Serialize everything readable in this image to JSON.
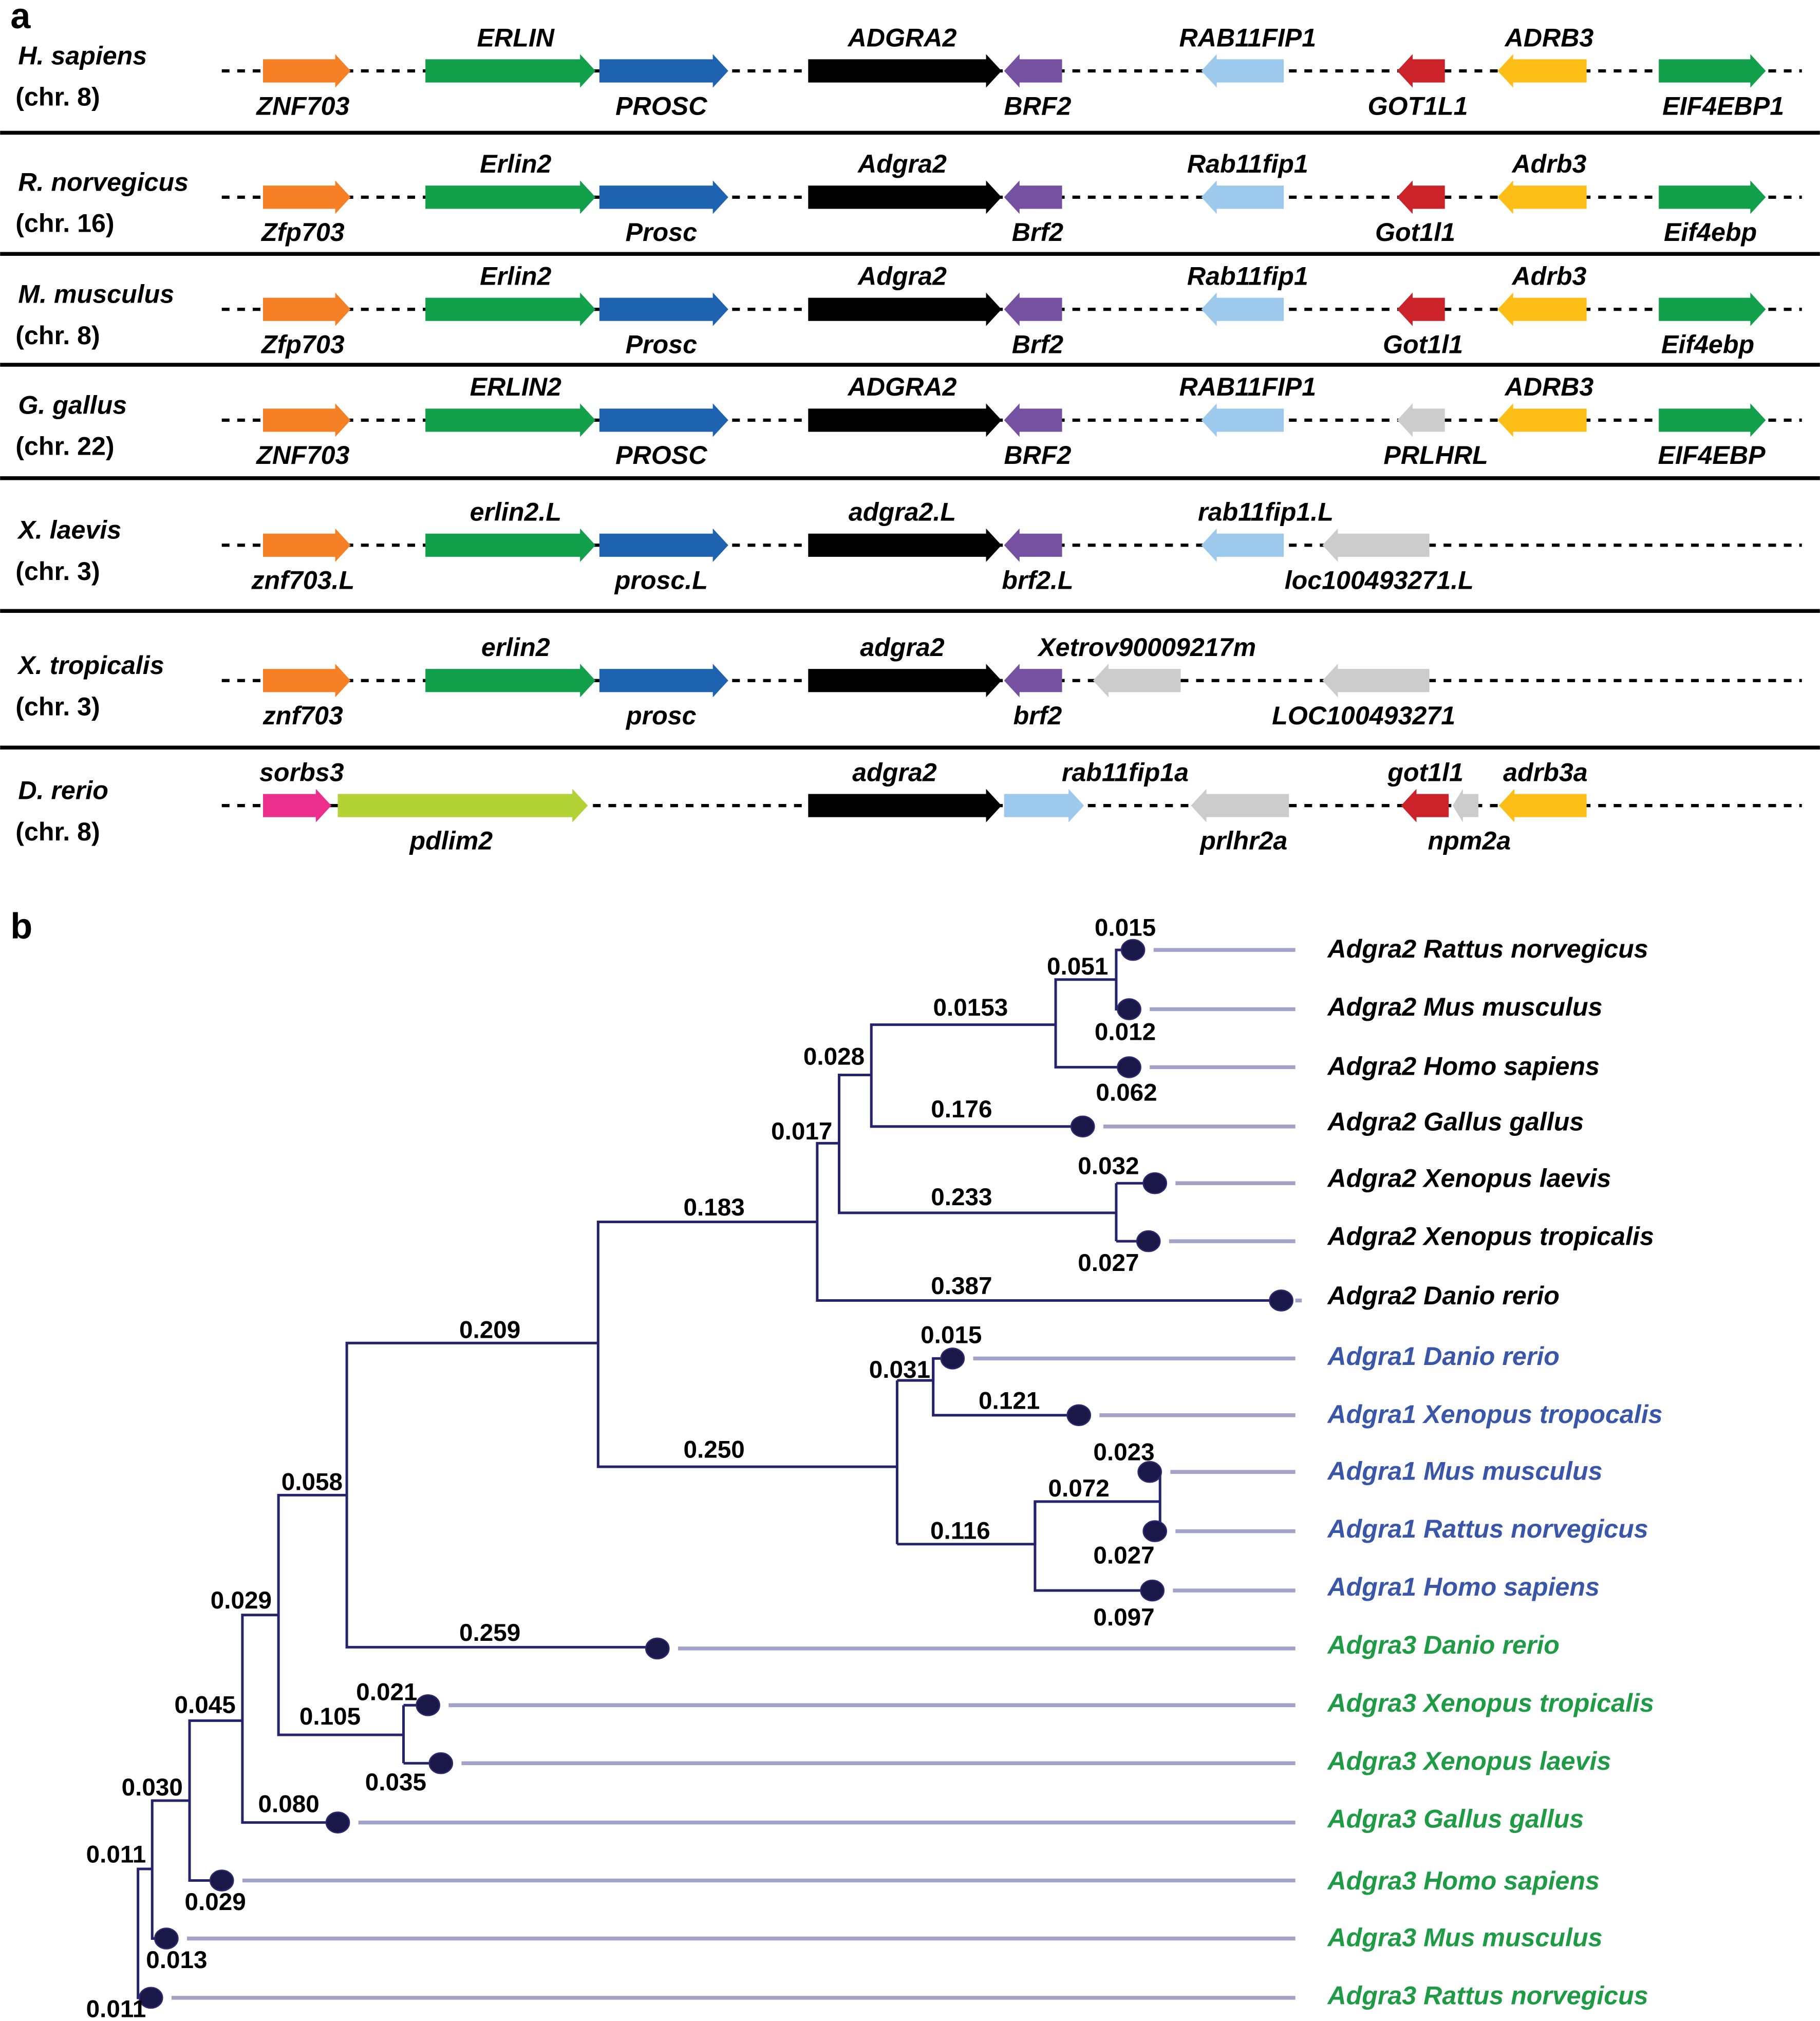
{
  "panel_a": {
    "label": "a",
    "rows": [
      {
        "species": "H. sapiens",
        "chr": "(chr. 8)",
        "genes": [
          {
            "name": "ZNF703",
            "color": "#f58025",
            "dir": "right"
          },
          {
            "name": "ERLIN",
            "color": "#12a04a",
            "dir": "right"
          },
          {
            "name": "PROSC",
            "color": "#1d63b0",
            "dir": "right"
          },
          {
            "name": "ADGRA2",
            "color": "#000000",
            "dir": "right"
          },
          {
            "name": "BRF2",
            "color": "#7751a1",
            "dir": "left"
          },
          {
            "name": "RAB11FIP1",
            "color": "#9dc9ec",
            "dir": "left"
          },
          {
            "name": "GOT1L1",
            "color": "#cc2229",
            "dir": "left"
          },
          {
            "name": "ADRB3",
            "color": "#fdbf17",
            "dir": "left"
          },
          {
            "name": "EIF4EBP1",
            "color": "#12a04a",
            "dir": "right"
          }
        ]
      },
      {
        "species": "R. norvegicus",
        "chr": "(chr. 16)",
        "genes": [
          {
            "name": "Zfp703",
            "color": "#f58025",
            "dir": "right"
          },
          {
            "name": "Erlin2",
            "color": "#12a04a",
            "dir": "right"
          },
          {
            "name": "Prosc",
            "color": "#1d63b0",
            "dir": "right"
          },
          {
            "name": "Adgra2",
            "color": "#000000",
            "dir": "right"
          },
          {
            "name": "Brf2",
            "color": "#7751a1",
            "dir": "left"
          },
          {
            "name": "Rab11fip1",
            "color": "#9dc9ec",
            "dir": "left"
          },
          {
            "name": "Got1l1",
            "color": "#cc2229",
            "dir": "left"
          },
          {
            "name": "Adrb3",
            "color": "#fdbf17",
            "dir": "left"
          },
          {
            "name": "Eif4ebp",
            "color": "#12a04a",
            "dir": "right"
          }
        ]
      },
      {
        "species": "M. musculus",
        "chr": "(chr. 8)",
        "genes": [
          {
            "name": "Zfp703",
            "color": "#f58025",
            "dir": "right"
          },
          {
            "name": "Erlin2",
            "color": "#12a04a",
            "dir": "right"
          },
          {
            "name": "Prosc",
            "color": "#1d63b0",
            "dir": "right"
          },
          {
            "name": "Adgra2",
            "color": "#000000",
            "dir": "right"
          },
          {
            "name": "Brf2",
            "color": "#7751a1",
            "dir": "left"
          },
          {
            "name": "Rab11fip1",
            "color": "#9dc9ec",
            "dir": "left"
          },
          {
            "name": "Got1l1",
            "color": "#cc2229",
            "dir": "left"
          },
          {
            "name": "Adrb3",
            "color": "#fdbf17",
            "dir": "left"
          },
          {
            "name": "Eif4ebp",
            "color": "#12a04a",
            "dir": "right"
          }
        ]
      },
      {
        "species": "G. gallus",
        "chr": "(chr. 22)",
        "genes": [
          {
            "name": "ZNF703",
            "color": "#f58025",
            "dir": "right"
          },
          {
            "name": "ERLIN2",
            "color": "#12a04a",
            "dir": "right"
          },
          {
            "name": "PROSC",
            "color": "#1d63b0",
            "dir": "right"
          },
          {
            "name": "ADGRA2",
            "color": "#000000",
            "dir": "right"
          },
          {
            "name": "BRF2",
            "color": "#7751a1",
            "dir": "left"
          },
          {
            "name": "RAB11FIP1",
            "color": "#9dc9ec",
            "dir": "left"
          },
          {
            "name": "PRLHRL",
            "color": "#cccccc",
            "dir": "left"
          },
          {
            "name": "ADRB3",
            "color": "#fdbf17",
            "dir": "left"
          },
          {
            "name": "EIF4EBP",
            "color": "#12a04a",
            "dir": "right"
          }
        ]
      },
      {
        "species": "X. laevis",
        "chr": "(chr. 3)",
        "genes": [
          {
            "name": "znf703.L",
            "color": "#f58025",
            "dir": "right"
          },
          {
            "name": "erlin2.L",
            "color": "#12a04a",
            "dir": "right"
          },
          {
            "name": "prosc.L",
            "color": "#1d63b0",
            "dir": "right"
          },
          {
            "name": "adgra2.L",
            "color": "#000000",
            "dir": "right"
          },
          {
            "name": "brf2.L",
            "color": "#7751a1",
            "dir": "left"
          },
          {
            "name": "rab11fip1.L",
            "color": "#9dc9ec",
            "dir": "left"
          },
          {
            "name": "loc100493271.L",
            "color": "#cccccc",
            "dir": "left"
          }
        ]
      },
      {
        "species": "X. tropicalis",
        "chr": "(chr. 3)",
        "genes": [
          {
            "name": "znf703",
            "color": "#f58025",
            "dir": "right"
          },
          {
            "name": "erlin2",
            "color": "#12a04a",
            "dir": "right"
          },
          {
            "name": "prosc",
            "color": "#1d63b0",
            "dir": "right"
          },
          {
            "name": "adgra2",
            "color": "#000000",
            "dir": "right"
          },
          {
            "name": "brf2",
            "color": "#7751a1",
            "dir": "left"
          },
          {
            "name": "Xetrov90009217m",
            "color": "#cccccc",
            "dir": "left"
          },
          {
            "name": "LOC100493271",
            "color": "#cccccc",
            "dir": "left"
          }
        ]
      },
      {
        "species": "D. rerio",
        "chr": "(chr. 8)",
        "genes": [
          {
            "name": "sorbs3",
            "color": "#ec2f8c",
            "dir": "right"
          },
          {
            "name": "pdlim2",
            "color": "#b2d235",
            "dir": "right"
          },
          {
            "name": "adgra2",
            "color": "#000000",
            "dir": "right"
          },
          {
            "name": "rab11fip1a",
            "color": "#9dc9ec",
            "dir": "right"
          },
          {
            "name": "prlhr2a",
            "color": "#cccccc",
            "dir": "left"
          },
          {
            "name": "got1l1",
            "color": "#cc2229",
            "dir": "left"
          },
          {
            "name": "npm2a",
            "color": "#cccccc",
            "dir": "left"
          },
          {
            "name": "adrb3a",
            "color": "#fdbf17",
            "dir": "left"
          }
        ]
      }
    ]
  },
  "panel_b": {
    "label": "b",
    "group_colors": {
      "adgra2": "#000000",
      "adgra1": "#3a56a8",
      "adgra3": "#1f9a45"
    },
    "branch_color": "#25236b",
    "tip_line_color": "#a3a2c8",
    "leaves": [
      {
        "name": "Adgra2 Rattus norvegicus",
        "group": "adgra2"
      },
      {
        "name": "Adgra2 Mus musculus",
        "group": "adgra2"
      },
      {
        "name": "Adgra2 Homo sapiens",
        "group": "adgra2"
      },
      {
        "name": "Adgra2 Gallus gallus",
        "group": "adgra2"
      },
      {
        "name": "Adgra2 Xenopus laevis",
        "group": "adgra2"
      },
      {
        "name": "Adgra2 Xenopus tropicalis",
        "group": "adgra2"
      },
      {
        "name": "Adgra2 Danio rerio",
        "group": "adgra2"
      },
      {
        "name": "Adgra1 Danio rerio",
        "group": "adgra1"
      },
      {
        "name": "Adgra1 Xenopus tropocalis",
        "group": "adgra1"
      },
      {
        "name": "Adgra1 Mus musculus",
        "group": "adgra1"
      },
      {
        "name": "Adgra1 Rattus norvegicus",
        "group": "adgra1"
      },
      {
        "name": "Adgra1 Homo sapiens",
        "group": "adgra1"
      },
      {
        "name": "Adgra3 Danio rerio",
        "group": "adgra3"
      },
      {
        "name": "Adgra3 Xenopus tropicalis",
        "group": "adgra3"
      },
      {
        "name": "Adgra3 Xenopus laevis",
        "group": "adgra3"
      },
      {
        "name": "Adgra3 Gallus gallus",
        "group": "adgra3"
      },
      {
        "name": "Adgra3 Homo sapiens",
        "group": "adgra3"
      },
      {
        "name": "Adgra3 Mus musculus",
        "group": "adgra3"
      },
      {
        "name": "Adgra3 Rattus norvegicus",
        "group": "adgra3"
      }
    ],
    "branch_lengths": [
      "0.015",
      "0.051",
      "0.012",
      "0.0153",
      "0.062",
      "0.028",
      "0.176",
      "0.017",
      "0.032",
      "0.233",
      "0.027",
      "0.183",
      "0.387",
      "0.209",
      "0.015",
      "0.031",
      "0.121",
      "0.250",
      "0.023",
      "0.072",
      "0.116",
      "0.027",
      "0.097",
      "0.058",
      "0.259",
      "0.029",
      "0.021",
      "0.045",
      "0.105",
      "0.035",
      "0.030",
      "0.080",
      "0.011",
      "0.029",
      "0.013",
      "0.011"
    ]
  }
}
